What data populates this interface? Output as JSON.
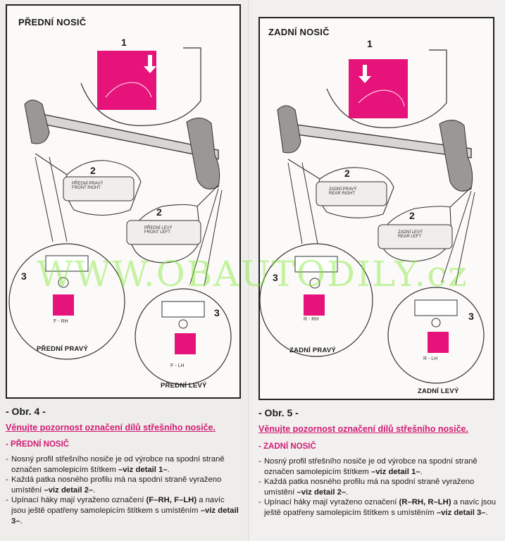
{
  "watermark": "WWW.OBAUTODILY.cz",
  "left": {
    "title": "PŘEDNÍ NOSIČ",
    "detail1": "1",
    "detail2a": "2",
    "detail2b": "2",
    "detail3a": "3",
    "detail3b": "3",
    "label_front_right": "PŘEDNÍ PRAVÝ\nFRONT RIGHT",
    "label_front_left": "PŘEDNÍ LEVÝ\nFRONT LEFT",
    "code_right": "F - RH",
    "code_left": "F - LH",
    "caption_right": "PŘEDNÍ PRAVÝ",
    "caption_left": "PŘEDNÍ LEVÝ",
    "fig_ref": "- Obr. 4 -",
    "notice": "Věnujte pozornost označení dílů střešního nosiče.",
    "subhead": "- PŘEDNÍ NOSIČ",
    "bullets": [
      {
        "pre": "Nosný profil střešního nosiče je od výrobce na spodní straně označen samolepicím štítkem ",
        "bold": "–viz detail 1–",
        "post": "."
      },
      {
        "pre": "Každá patka nosného profilu má na spodní straně vyraženo umístění ",
        "bold": "–viz detail 2–",
        "post": "."
      },
      {
        "pre": "Upínací háky mají vyraženo označení ",
        "bold": "(F–RH, F–LH)",
        "post": " a navíc jsou ještě opatřeny samolepicím štítkem s umístěním ",
        "bold2": "–viz detail 3–",
        "post2": "."
      }
    ]
  },
  "right": {
    "title": "ZADNÍ NOSIČ",
    "detail1": "1",
    "detail2a": "2",
    "detail2b": "2",
    "detail3a": "3",
    "detail3b": "3",
    "label_rear_right": "ZADNÍ PRAVÝ\nREAR RIGHT",
    "label_rear_left": "ZADNÍ LEVÝ\nREAR LEFT",
    "code_right": "R - RH",
    "code_left": "R - LH",
    "caption_right": "ZADNÍ PRAVÝ",
    "caption_left": "ZADNÍ LEVÝ",
    "fig_ref": "- Obr. 5 -",
    "notice": "Věnujte pozornost označení dílů střešního nosiče.",
    "subhead": "- ZADNÍ NOSIČ",
    "bullets": [
      {
        "pre": "Nosný profil střešního nosiče je od výrobce na spodní straně označen samolepicím štítkem ",
        "bold": "–viz detail 1–",
        "post": "."
      },
      {
        "pre": "Každá patka nosného profilu má na spodní straně vyraženo umístění ",
        "bold": "–viz detail 2–",
        "post": "."
      },
      {
        "pre": "Upínací háky mají vyraženo označení ",
        "bold": "(R–RH, R–LH)",
        "post": " a navíc jsou ještě opatřeny samolepicím štítkem s umístěním ",
        "bold2": "–viz detail 3–",
        "post2": "."
      }
    ]
  },
  "colors": {
    "accent": "#d11b75",
    "sticker": "#e6137a",
    "watermark": "#78e628"
  }
}
